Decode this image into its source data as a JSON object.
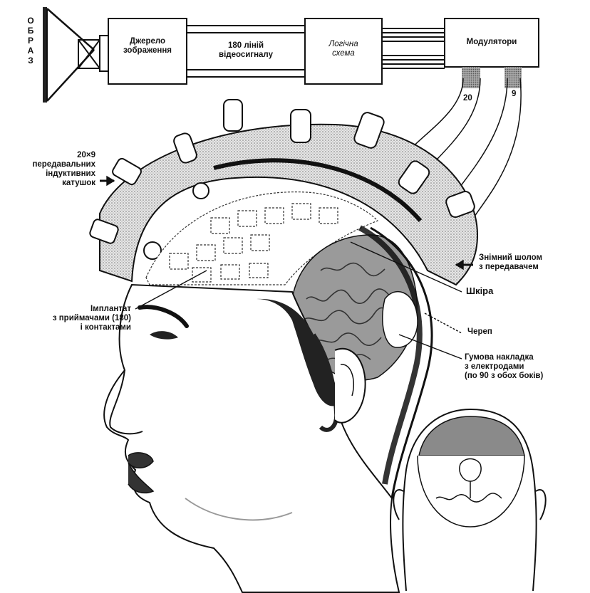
{
  "image_label": "ОБРАЗ",
  "boxes": {
    "image_source": "Джерело зображення",
    "video_lines": "180 ліній відеосигналу",
    "logic": "Логічна схема",
    "modulators": "Модулятори"
  },
  "cable_counts": {
    "left": "20",
    "right": "9"
  },
  "labels": {
    "coils": [
      "20×9",
      "передавальних",
      "індуктивних",
      "катушок"
    ],
    "helmet": [
      "Знімний шолом",
      "з передавачем"
    ],
    "skin": "Шкіра",
    "skull": "Череп",
    "implant": [
      "Імплантат",
      "з приймачами (180)",
      "і контактами"
    ],
    "pad": [
      "Гумова накладка",
      "з електродами",
      "(по 90 з обох боків)"
    ]
  },
  "colors": {
    "ink": "#111111",
    "paper": "#ffffff",
    "helmet_fill": "#d9d9d9",
    "brain_fill": "#9a9a9a"
  }
}
